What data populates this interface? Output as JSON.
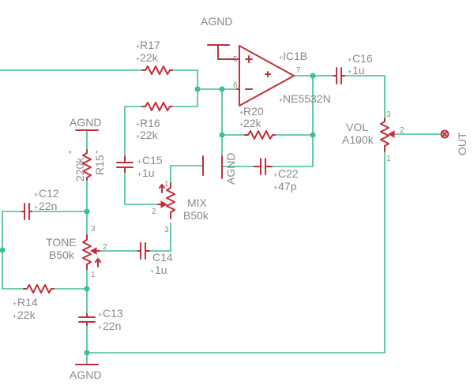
{
  "colors": {
    "wire": "#3fbf8f",
    "component": "#c0303a",
    "label": "#8a8a8a",
    "background": "#ffffff"
  },
  "labels": {
    "agnd_top": "AGND",
    "agnd_left": "AGND",
    "agnd_bottom": "AGND",
    "agnd_rot": "AGND",
    "out": "OUT",
    "r17_name": "R17",
    "r17_value": "22k",
    "r16_name": "R16",
    "r16_value": "22k",
    "r20_name": "R20",
    "r20_value": "22k",
    "r14_name": "R14",
    "r14_value": "22k",
    "r15_name": "R15",
    "r15_value": "220k",
    "c15_name": "C15",
    "c15_value": "1u",
    "c16_name": "C16",
    "c16_value": "1u",
    "c14_name": "C14",
    "c14_value": "1u",
    "c12_name": "C12",
    "c12_value": "22n",
    "c13_name": "C13",
    "c13_value": "22n",
    "c22_name": "C22",
    "c22_value": "47p",
    "ic_name": "IC1B",
    "ic_part": "NE5532N",
    "mix_name": "MIX",
    "mix_value": "B50k",
    "tone_name": "TONE",
    "tone_value": "B50k",
    "vol_name": "VOL",
    "vol_value": "A100k",
    "opamp_plus": "+",
    "opamp_minus": "-",
    "pin5": "5",
    "pin6": "6",
    "pin7": "7",
    "mix_p1": "1",
    "mix_p2": "2",
    "mix_p3": "3",
    "tone_p1": "1",
    "tone_p2": "2",
    "tone_p3": "3",
    "vol_p1": "1",
    "vol_p2": "2",
    "vol_p3": "3"
  }
}
